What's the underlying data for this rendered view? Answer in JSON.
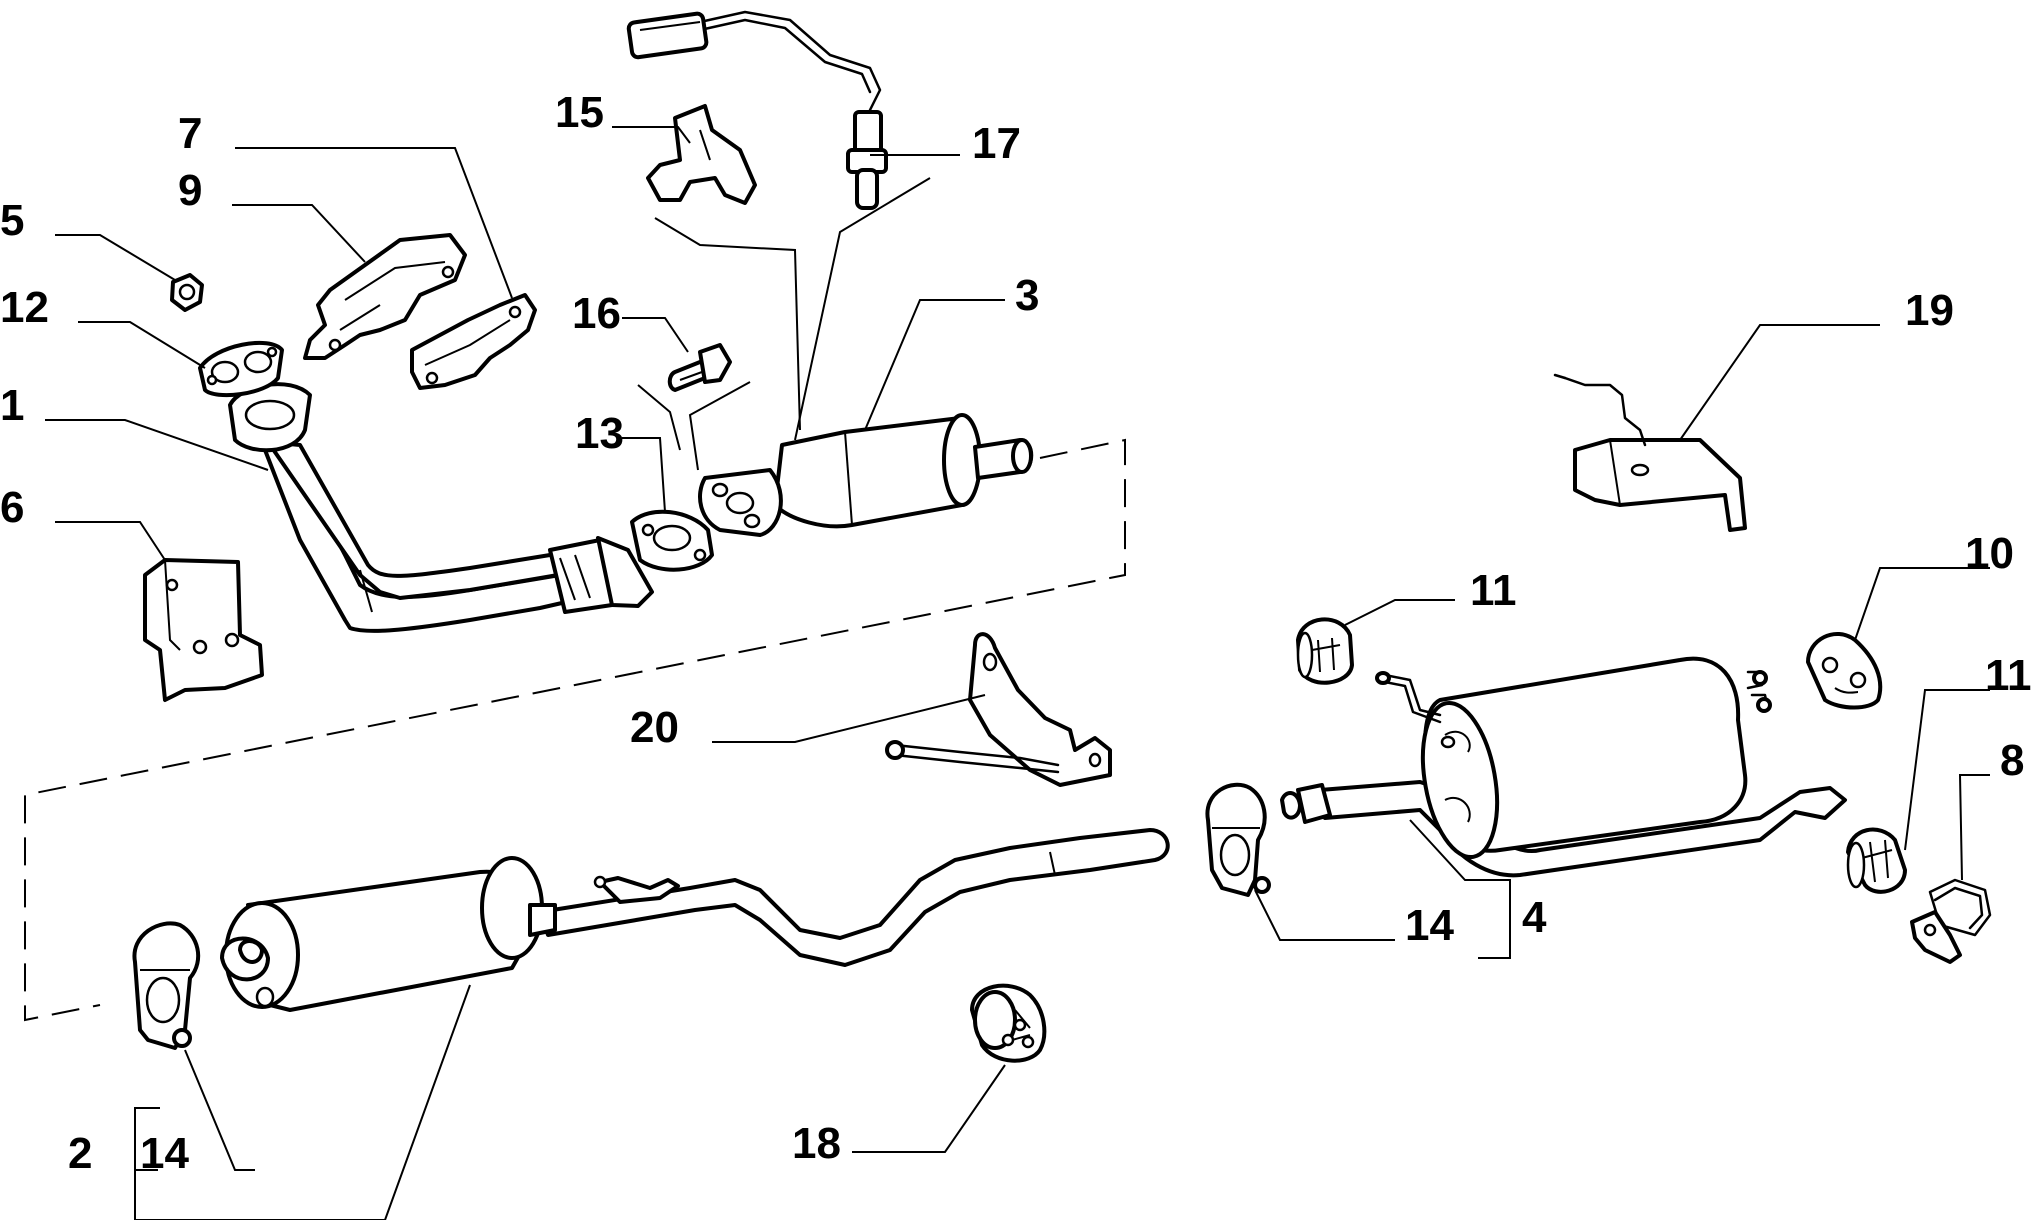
{
  "colors": {
    "line": "#000000",
    "background": "#ffffff"
  },
  "labels": {
    "l1": "1",
    "l2": "2",
    "l3": "3",
    "l4": "4",
    "l5": "5",
    "l6": "6",
    "l7": "7",
    "l8": "8",
    "l9": "9",
    "l10": "10",
    "l11a": "11",
    "l11b": "11",
    "l12": "12",
    "l13": "13",
    "l14a": "14",
    "l14b": "14",
    "l15": "15",
    "l16": "16",
    "l17": "17",
    "l18": "18",
    "l19": "19",
    "l20": "20"
  }
}
